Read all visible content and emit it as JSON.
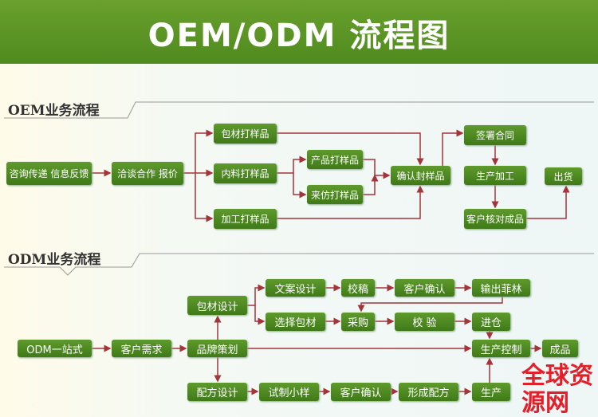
{
  "title": "OEM/ODM 流程图",
  "oem": {
    "heading": "OEM业务流程",
    "nodes": [
      "咨询传递  信息反馈",
      "洽谈合作  报价",
      "包材打样品",
      "内料打样品",
      "加工打样品",
      "产品打样品",
      "来仿打样品",
      "确认封样品",
      "签署合同",
      "生产加工",
      "客户核对成品",
      "出货"
    ]
  },
  "odm": {
    "heading": "ODM业务流程",
    "nodes": [
      "文案设计",
      "校稿",
      "客户确认",
      "输出菲林",
      "包材设计",
      "选择包材",
      "采购",
      "校  验",
      "进仓",
      "ODM一站式",
      "客户需求",
      "品牌策划",
      "生产控制",
      "成品",
      "配方设计",
      "试制小样",
      "客户确认",
      "形成配方",
      "生产"
    ]
  },
  "watermark": "全球资源网",
  "colors": {
    "box": "#4f8a1e",
    "arrow": "#a3343a",
    "watermark": "#e3202a"
  }
}
